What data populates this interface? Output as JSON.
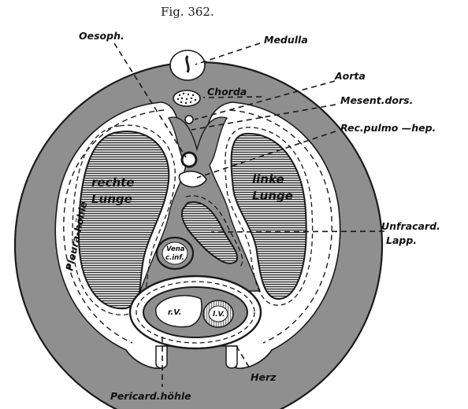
{
  "figure": {
    "title": "Fig. 362.",
    "labels": {
      "oesoph": "Oesoph.",
      "medulla": "Medulla",
      "chorda": "Chorda",
      "aorta": "Aorta",
      "mesent_dors": "Mesent.dors.",
      "rec_pulmo_hep": "Rec.pulmo —hep.",
      "pleura_hoehle": "Pleura-höhle",
      "rechte_lunge_1": "rechte",
      "rechte_lunge_2": "Lunge",
      "linke_lunge_1": "linke",
      "linke_lunge_2": "Lunge",
      "infracard_1": "Unfracard.",
      "infracard_2": "Lapp.",
      "vena_1": "Vena",
      "vena_2": "c.inf.",
      "rv": "r.V.",
      "lv": "l.V.",
      "herz": "Herz",
      "pericard_hoehle": "Pericard.höhle"
    }
  },
  "colors": {
    "body_fill": "#8f8f8f",
    "cavity": "#ffffff",
    "outline": "#1a1a1a",
    "lung_fill": "#8a8a8a"
  }
}
